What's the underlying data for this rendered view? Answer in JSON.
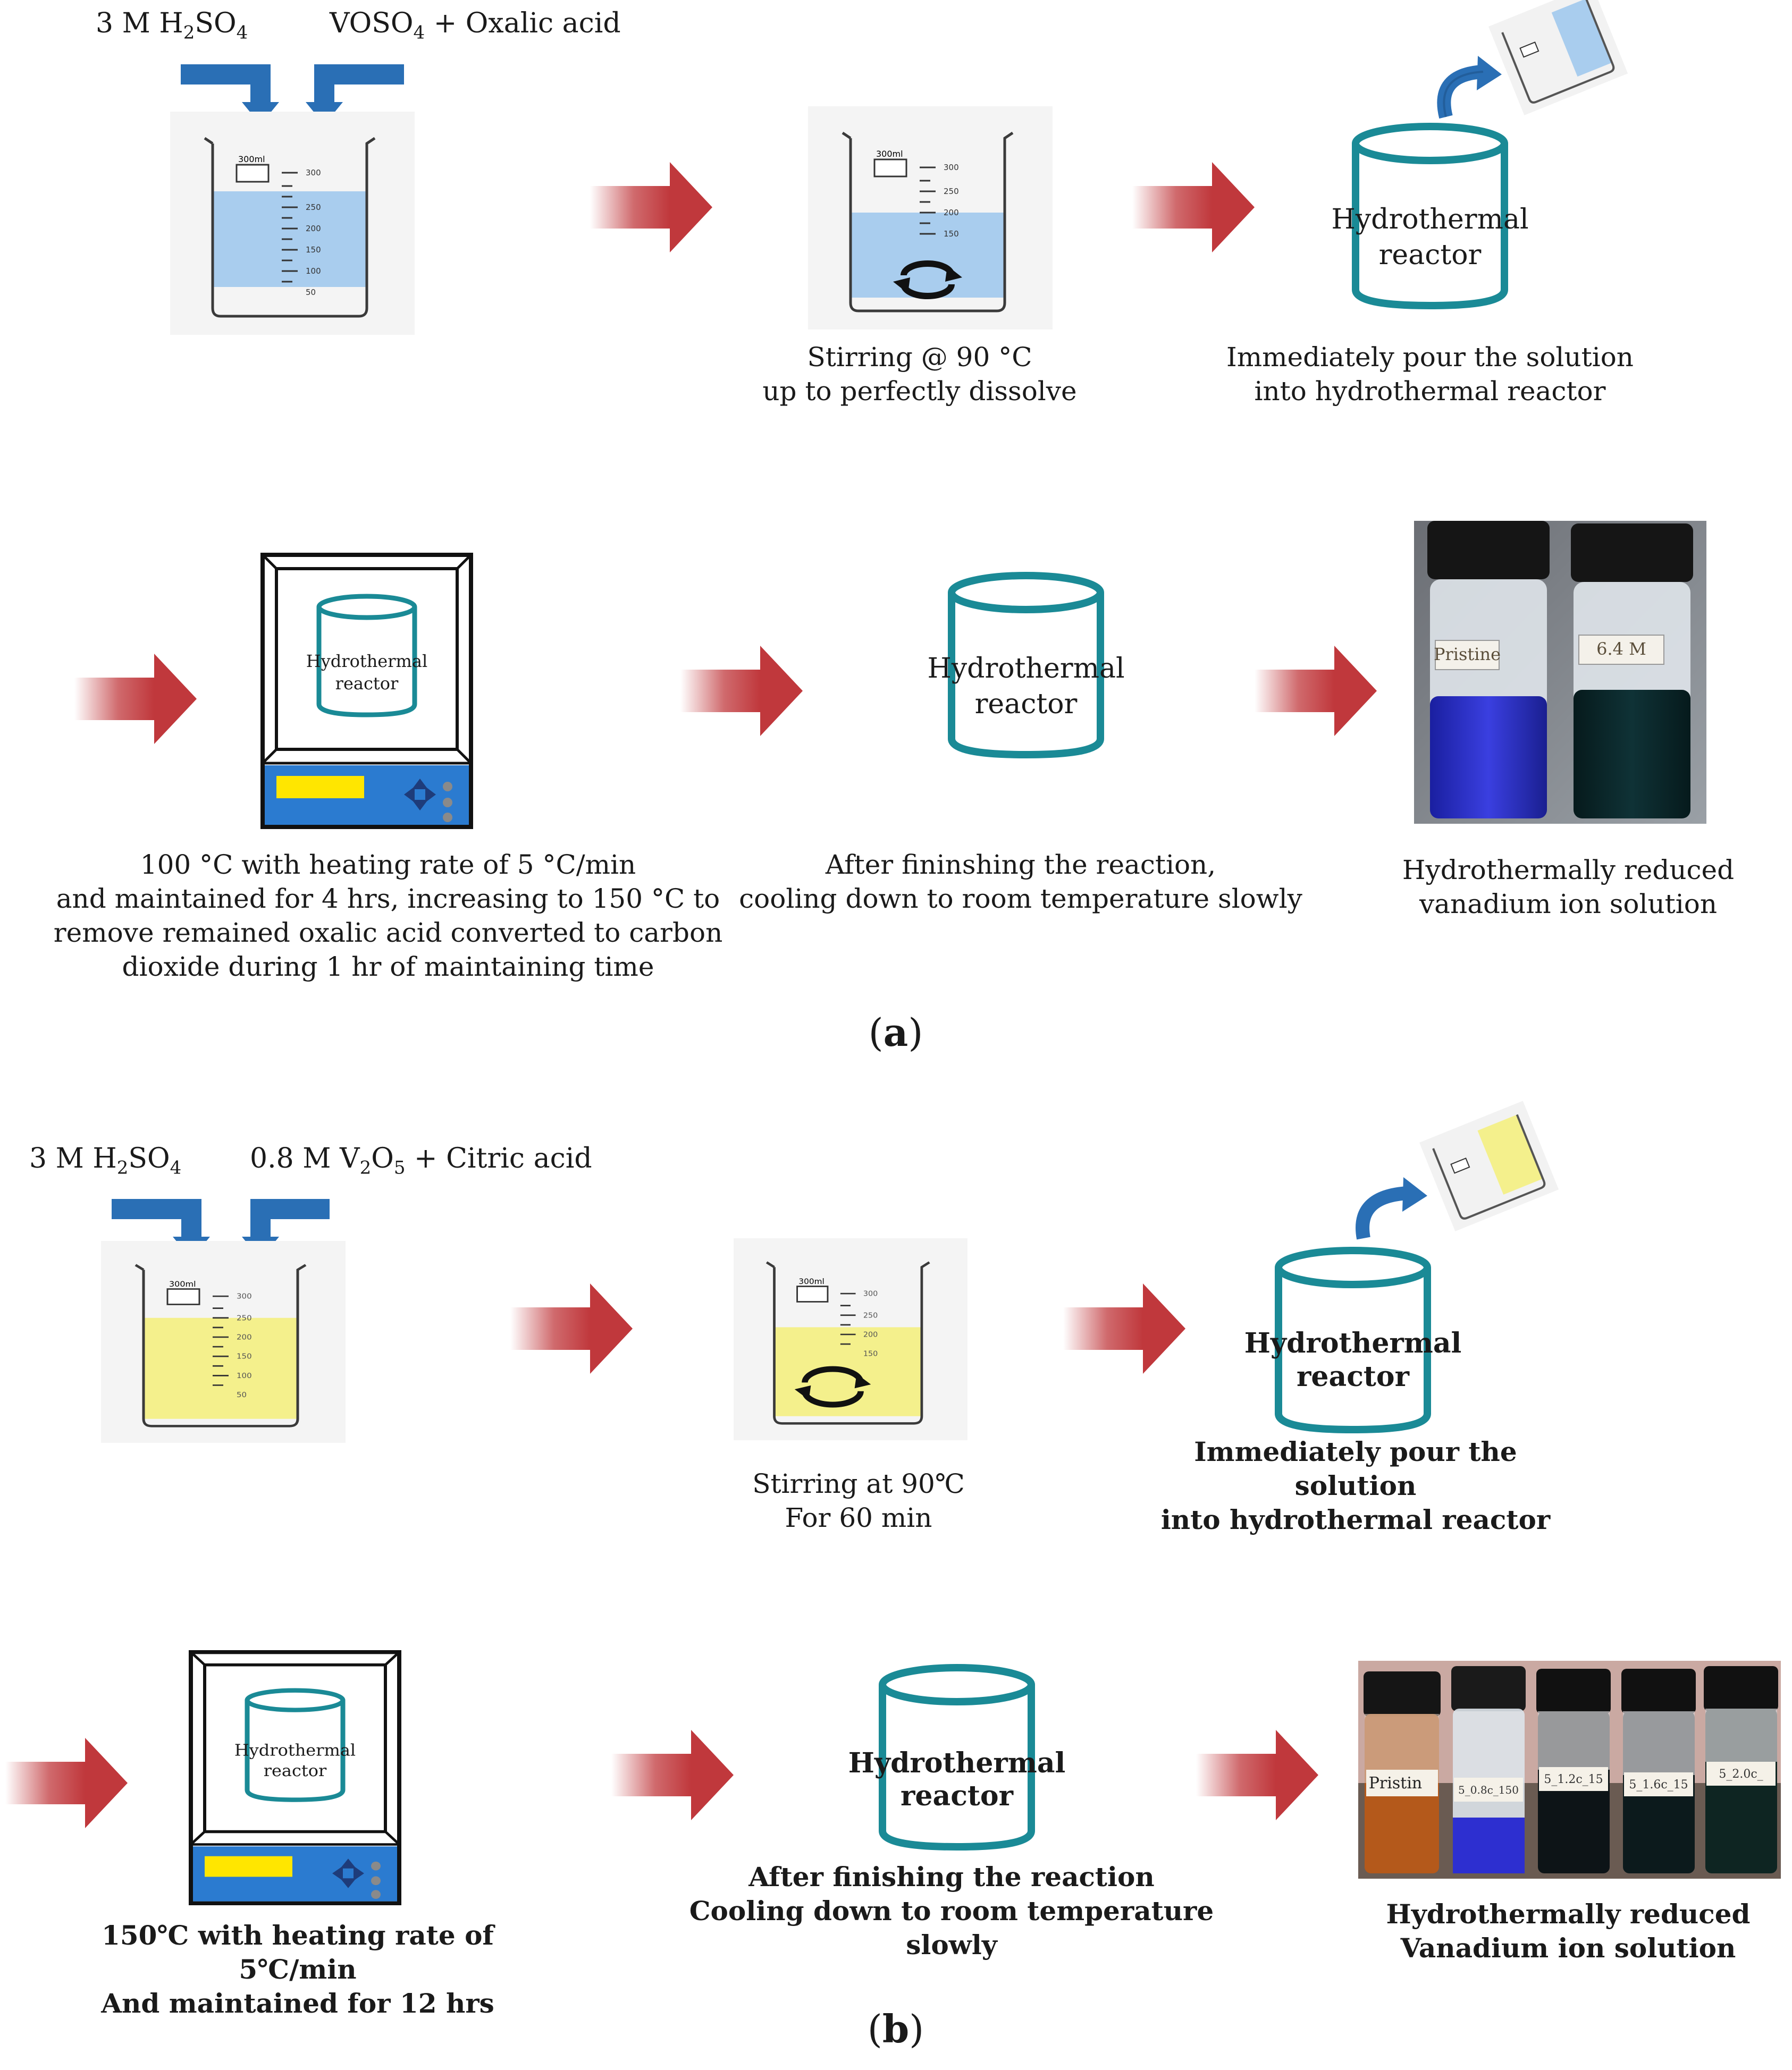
{
  "panel_a": {
    "tag": "a",
    "reagent_left": {
      "base": "3 M H",
      "sub1": "2",
      "mid": "SO",
      "sub2": "4"
    },
    "reagent_right": {
      "base": "VOSO",
      "sub1": "4",
      "tail": " + Oxalic acid"
    },
    "beaker_mark": "300ml",
    "beaker_ticks": [
      "300",
      "250",
      "200",
      "150",
      "100",
      "50"
    ],
    "stir_ticks": [
      "300",
      "250",
      "200",
      "150"
    ],
    "step2_line1": "Stirring @ 90 °C",
    "step2_line2": "up to perfectly dissolve",
    "reactor_line1": "Hydrothermal",
    "reactor_line2": "reactor",
    "step3_line1": "Immediately pour the solution",
    "step3_line2": "into hydrothermal reactor",
    "step4_line1": "100 °C with heating rate of 5 °C/min",
    "step4_line2": "and maintained for 4 hrs, increasing to 150 °C to",
    "step4_line3": "remove remained oxalic acid converted to carbon",
    "step4_line4": "dioxide during 1 hr of maintaining time",
    "step5_line1": "After fininshing the reaction,",
    "step5_line2": "cooling down to room temperature slowly",
    "step6_line1": "Hydrothermally reduced",
    "step6_line2": "vanadium ion solution",
    "vial_labels": [
      "Pristine",
      "6.4 M"
    ]
  },
  "panel_b": {
    "tag": "b",
    "reagent_left": {
      "base": "3 M H",
      "sub1": "2",
      "mid": "SO",
      "sub2": "4"
    },
    "reagent_right": {
      "base": "0.8 M V",
      "sub1": "2",
      "mid": "O",
      "sub2": "5",
      "tail": " + Citric acid"
    },
    "beaker_mark": "300ml",
    "beaker_ticks": [
      "300",
      "250",
      "200",
      "150",
      "100",
      "50"
    ],
    "stir_ticks": [
      "300",
      "250",
      "200",
      "150"
    ],
    "step2_line1": "Stirring at 90℃",
    "step2_line2": "For 60 min",
    "reactor_line1": "Hydrothermal",
    "reactor_line2": "reactor",
    "step3_line1": "Immediately pour the solution",
    "step3_line2": "into hydrothermal reactor",
    "step4_line1": "150℃ with heating rate of 5℃/min",
    "step4_line2": "And maintained for 12 hrs",
    "step5_line1": "After finishing the reaction",
    "step5_line2": "Cooling down to room temperature slowly",
    "step6_line1": "Hydrothermally reduced",
    "step6_line2": "Vanadium ion solution",
    "vial_labels": [
      "Pristin",
      "5_0.8c_150",
      "5_1.2c_15",
      "5_1.6c_15",
      "5_2.0c_"
    ]
  },
  "colors": {
    "pipe_blue": "#2a6fb5",
    "reactor_teal": "#1a8a96",
    "arrow_red": "#c0383c",
    "blue_solution": "#a9cdee",
    "yellow_solution": "#f4f08c",
    "oven_panel": "#2b7bd0",
    "oven_display": "#ffe600"
  }
}
